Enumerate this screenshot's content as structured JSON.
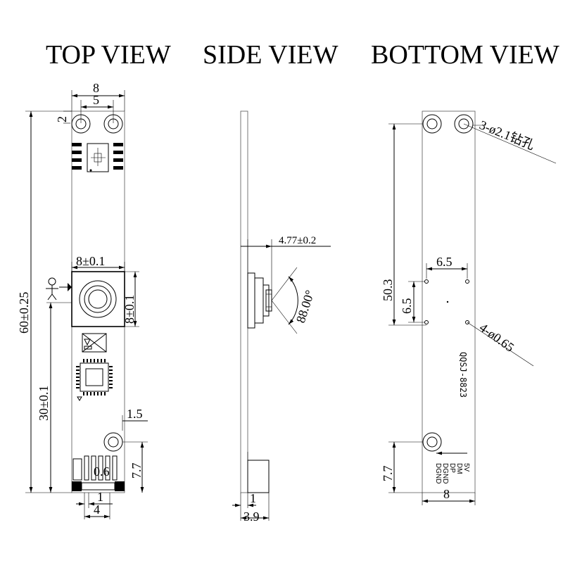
{
  "titles": {
    "top": "TOP VIEW",
    "side": "SIDE VIEW",
    "bottom": "BOTTOM VIEW"
  },
  "top_view": {
    "dim_width": "8",
    "dim_hole_spacing": "5",
    "dim_hole_offset": "2",
    "dim_length": "60±0.25",
    "dim_center": "30±0.1",
    "dim_lens_w": "8±0.1",
    "dim_lens_h": "8±0.1",
    "dim_hole_x": "1.5",
    "dim_conn_h": "7.7",
    "dim_pin_w": "0.6",
    "dim_pin_pitch": "1",
    "dim_conn_w": "4"
  },
  "side_view": {
    "dim_lens_height": "4.77±0.2",
    "dim_fov": "88.00°",
    "dim_board_t": "1",
    "dim_total_t": "3.9"
  },
  "bottom_view": {
    "hole_note": "3-ø2.1",
    "hole_note_cn": "钻孔",
    "dim_hole_to_pad": "50.3",
    "dim_pad_x": "6.5",
    "dim_pad_y": "6.5",
    "pad_note": "4-ø0.65",
    "model": "QQSJ-8823",
    "dim_conn_h": "7.7",
    "dim_width": "8",
    "pins": [
      "5V",
      "DM",
      "DP",
      "DGND",
      "DGND"
    ]
  },
  "colors": {
    "line": "#000000",
    "board_outline": "#555555",
    "background": "#ffffff"
  }
}
